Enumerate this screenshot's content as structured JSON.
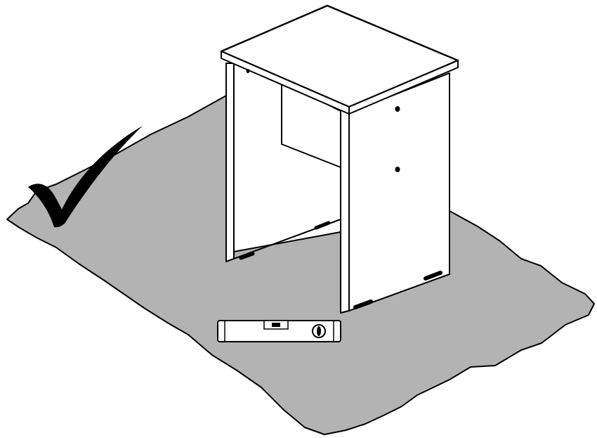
{
  "illustration": {
    "kind": "assembly-instruction",
    "status_mark": "check-mark-icon",
    "objects": [
      "floor-mat",
      "stool-cabinet",
      "spirit-level"
    ]
  },
  "colors": {
    "background": "#ffffff",
    "outline": "#000000",
    "floor_mat": "#b3b3b3",
    "furniture_fill": "#ffffff",
    "check_mark": "#000000"
  }
}
